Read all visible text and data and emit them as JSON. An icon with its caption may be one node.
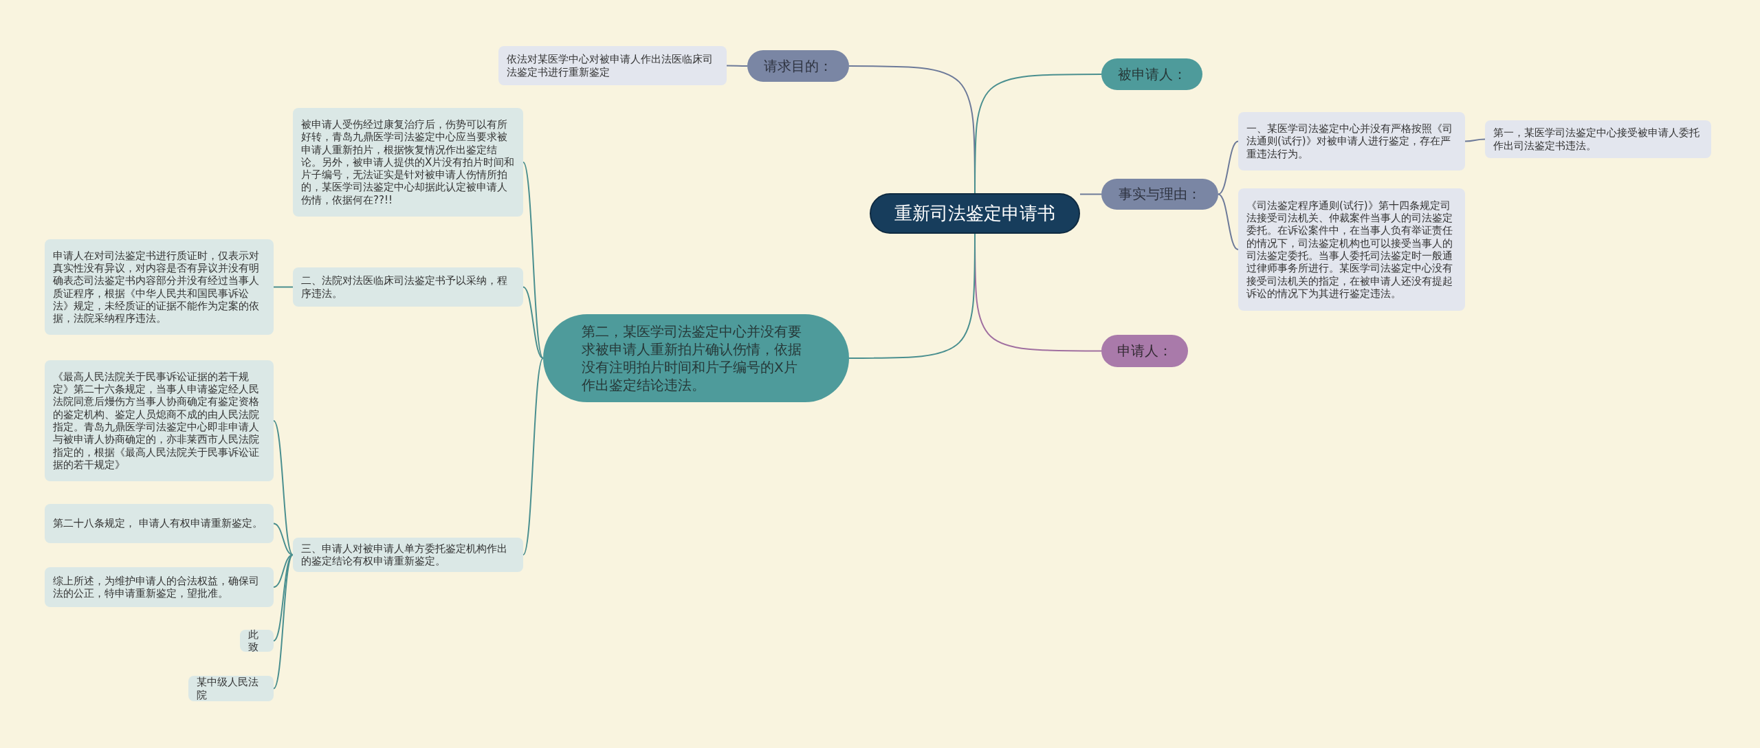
{
  "diagram": {
    "nodes": [
      {
        "text": [
          "重新司法鉴定申请书"
        ]
      },
      {
        "text": [
          "请求目的："
        ]
      },
      {
        "text": [
          "依法对某医学中心对被申请人作出法医临床司法鉴定书进行重新鉴定"
        ]
      },
      {
        "text": [
          "被申请人："
        ]
      },
      {
        "text": [
          "事实与理由："
        ]
      },
      {
        "text": [
          "一、某医学司法鉴定中心并没有严格按照《司法通则(试行)》对被申请人进行鉴定，存在严重违法行为。"
        ]
      },
      {
        "text": [
          "第一，某医学司法鉴定中心接受被申请人委托作出司法鉴定书违法。"
        ]
      },
      {
        "text": [
          "《司法鉴定程序通则(试行)》第十四条规定司法接受司法机关、仲裁案件当事人的司法鉴定委托。在诉讼案件中，在当事人负有举证责任的情况下，司法鉴定机构也可以接受当事人的司法鉴定委托。当事人委托司法鉴定时一般通过律师事务所进行。某医学司法鉴定中心没有接受司法机关的指定，在被申请人还没有提起诉讼的情况下为其进行鉴定违法。"
        ]
      },
      {
        "text": [
          "申请人："
        ]
      },
      {
        "text": [
          "第二，某医学司法鉴定中心并没有要求被申请人重新拍片确认伤情，依据没有注明拍片时间和片子编号的X片作出鉴定结论违法。"
        ]
      },
      {
        "text": [
          "被申请人受伤经过康复治疗后，伤势可以有所好转，青岛九鼎医学司法鉴定中心应当要求被申请人重新拍片，根据恢复情况作出鉴定结论。另外，被申请人提供的X片没有拍片时间和片子编号，无法证实是针对被申请人伤情所拍的，某医学司法鉴定中心却据此认定被申请人伤情，依据何在??!!"
        ]
      },
      {
        "text": [
          "二、法院对法医临床司法鉴定书予以采纳，程序违法。"
        ]
      },
      {
        "text": [
          "申请人在对司法鉴定书进行质证时，仅表示对真实性没有异议，对内容是否有异议并没有明确表态司法鉴定书内容部分并没有经过当事人质证程序，根据《中华人民共和国民事诉讼法》规定，未经质证的证据不能作为定案的依据，法院采纳程序违法。"
        ]
      },
      {
        "text": [
          "三、申请人对被申请人单方委托鉴定机构作出的鉴定结论有权申请重新鉴定。"
        ]
      },
      {
        "text": [
          "《最高人民法院关于民事诉讼证据的若干规定》第二十六条规定，当事人申请鉴定经人民法院同意后熳伤方当事人协商确定有鉴定资格的鉴定机构、鉴定人员熄商不成的由人民法院指定。青岛九鼎医学司法鉴定中心即非申请人与被申请人协商确定的，亦非莱西市人民法院指定的，根据《最高人民法院关于民事诉讼证据的若干规定》"
        ]
      },
      {
        "text": [
          "第二十八条规定， 申请人有权申请重新鉴定。"
        ]
      },
      {
        "text": [
          "综上所述，为维护申请人的合法权益，确保司法的公正，特申请重新鉴定，望批准。"
        ]
      },
      {
        "text": [
          "此致"
        ]
      },
      {
        "text": [
          "某中级人民法院"
        ]
      }
    ],
    "edges": [
      {
        "from": 0,
        "to": 1,
        "arrow": "none",
        "color": "#6d7a99"
      },
      {
        "from": 1,
        "to": 2,
        "arrow": "none",
        "color": "#6d7a99"
      },
      {
        "from": 0,
        "to": 3,
        "arrow": "none"
      },
      {
        "from": 0,
        "to": 4,
        "arrow": "none",
        "color": "#6d7a99"
      },
      {
        "from": 4,
        "to": 5,
        "arrow": "none",
        "color": "#6d7a99"
      },
      {
        "from": 5,
        "to": 6,
        "arrow": "none",
        "color": "#6d7a99"
      },
      {
        "from": 4,
        "to": 7,
        "arrow": "none",
        "color": "#6d7a99"
      },
      {
        "from": 0,
        "to": 8,
        "arrow": "none",
        "color": "#a06fa0"
      },
      {
        "from": 0,
        "to": 9,
        "arrow": "none"
      },
      {
        "from": 9,
        "to": 10,
        "arrow": "none"
      },
      {
        "from": 9,
        "to": 11,
        "arrow": "none"
      },
      {
        "from": 11,
        "to": 12,
        "arrow": "none"
      },
      {
        "from": 9,
        "to": 13,
        "arrow": "none"
      },
      {
        "from": 13,
        "to": 14,
        "arrow": "none"
      },
      {
        "from": 13,
        "to": 15,
        "arrow": "none"
      },
      {
        "from": 13,
        "to": 16,
        "arrow": "none"
      },
      {
        "from": 13,
        "to": 17,
        "arrow": "none"
      },
      {
        "from": 13,
        "to": 18,
        "arrow": "none"
      }
    ]
  }
}
